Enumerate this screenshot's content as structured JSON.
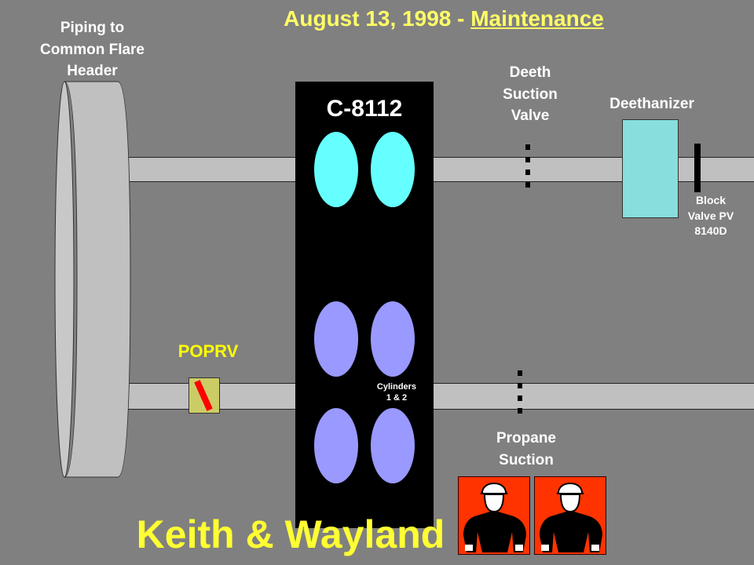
{
  "title": {
    "prefix": "August 13, 1998 - ",
    "link": "Maintenance"
  },
  "labels": {
    "flare_header": [
      "Piping to",
      "Common Flare",
      "Header"
    ],
    "compressor": "C-8112",
    "deeth_suction_valve": [
      "Deeth",
      "Suction",
      "Valve"
    ],
    "deethanizer": "Deethanizer",
    "block_valve": [
      "Block",
      "Valve PV",
      "8140D"
    ],
    "poprv": "POPRV",
    "cylinders": [
      "Cylinders",
      "1 & 2"
    ],
    "propane_suction": [
      "Propane",
      "Suction"
    ],
    "names": "Keith & Wayland"
  },
  "colors": {
    "background": "#808080",
    "title": "#ffff66",
    "poprv": "#ffff00",
    "names": "#ffff33",
    "upper_cylinders": "#66ffff",
    "lower_cylinders": "#9999ff",
    "deethanizer_vessel": "#88dddd",
    "worker_sign": "#ff3300",
    "valve_marker": "#ff0000"
  },
  "icons": [
    "construction-worker-icon",
    "construction-worker-icon"
  ]
}
